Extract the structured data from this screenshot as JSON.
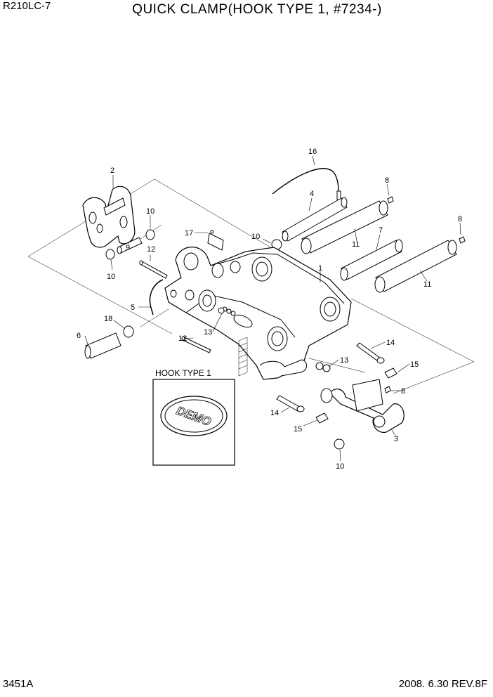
{
  "header": {
    "model": "R210LC-7",
    "title": "QUICK CLAMP(HOOK TYPE 1, #7234-)"
  },
  "footer": {
    "page_code": "3451A",
    "revision": "2008. 6.30  REV.8F"
  },
  "detail_box": {
    "label": "HOOK TYPE 1"
  },
  "callouts": {
    "c1": "1",
    "c2": "2",
    "c3": "3",
    "c4": "4",
    "c5": "5",
    "c6": "6",
    "c7": "7",
    "c8a": "8",
    "c8b": "8",
    "c8c": "8",
    "c9": "9",
    "c10a": "10",
    "c10b": "10",
    "c10c": "10",
    "c10d": "10",
    "c11a": "11",
    "c11b": "11",
    "c12a": "12",
    "c12b": "12",
    "c13a": "13",
    "c13b": "13",
    "c14a": "14",
    "c14b": "14",
    "c15a": "15",
    "c15b": "15",
    "c16": "16",
    "c17": "17",
    "c18": "18"
  }
}
